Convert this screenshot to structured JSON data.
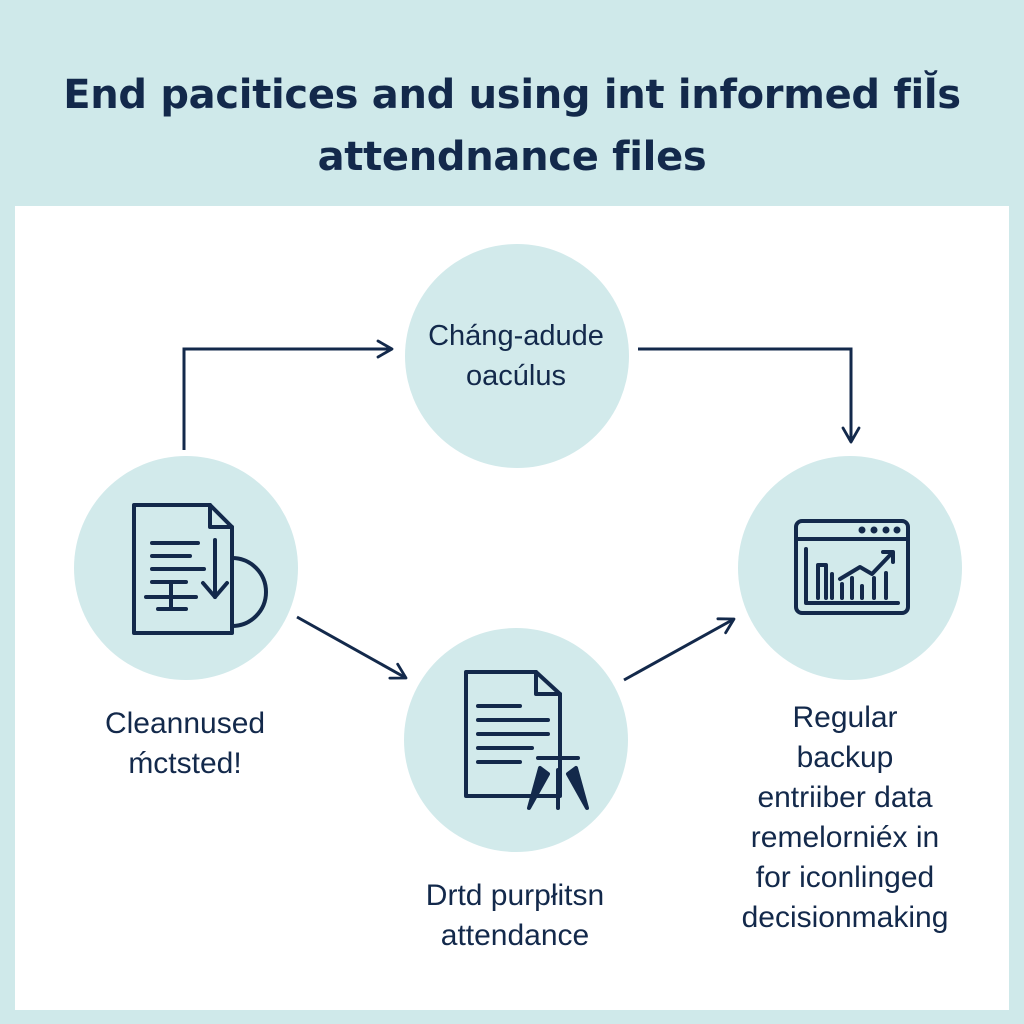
{
  "title": {
    "line1": "End pacitices and using int informed fil̆s",
    "line2": "attendnance files"
  },
  "nodes": {
    "top": {
      "line1": "Cháng-adude",
      "line2": "oacúlus",
      "icon": "none"
    },
    "left": {
      "line1": "Cleannused",
      "line2": "ḿctsted!",
      "icon": "document-download-icon"
    },
    "bottom": {
      "line1": "Drtd purpłitsn",
      "line2": "attendance",
      "icon": "document-filter-icon"
    },
    "right": {
      "lines": [
        "Regular",
        "backup",
        "entriiber data",
        "remelorniéx in",
        "for iconlinged",
        "decisionmaking"
      ],
      "icon": "analytics-window-icon"
    }
  },
  "colors": {
    "background": "#cfe9ea",
    "panel": "#ffffff",
    "circle": "#d2eaeb",
    "ink": "#13294b"
  }
}
